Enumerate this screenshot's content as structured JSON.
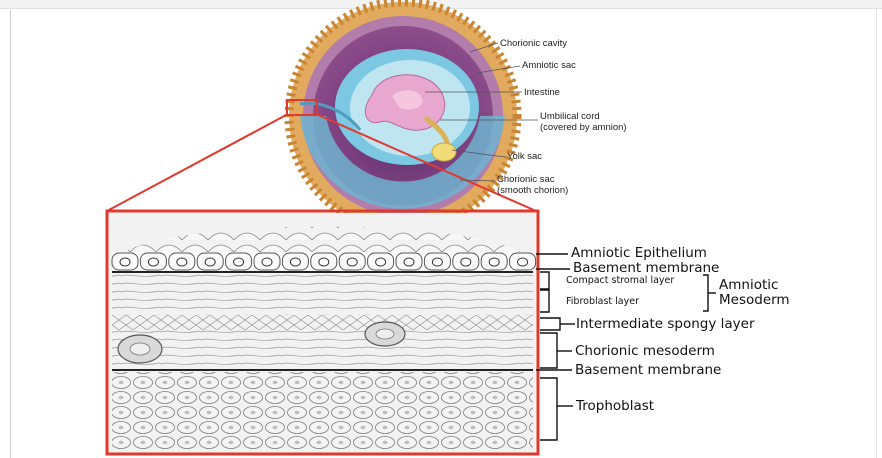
{
  "embryo_labels": {
    "chorionic_cavity": "Chorionic cavity",
    "amniotic_sac": "Amniotic sac",
    "intestine": "Intestine",
    "umbilical_cord_1": "Umbilical cord",
    "umbilical_cord_2": "(covered by amnion)",
    "yolk_sac": "Yolk sac",
    "chorionic_sac_1": "Chorionic sac",
    "chorionic_sac_2": "(smooth chorion)"
  },
  "layer_labels": {
    "amniotic_epithelium": "Amniotic Epithelium",
    "basement_membrane_top": "Basement membrane",
    "compact_stromal": "Compact stromal layer",
    "fibroblast": "Fibroblast layer",
    "amniotic_mesoderm_1": "Amniotic",
    "amniotic_mesoderm_2": "Mesoderm",
    "intermediate_spongy": "Intermediate spongy layer",
    "chorionic_mesoderm": "Chorionic mesoderm",
    "basement_membrane_bottom": "Basement membrane",
    "trophoblast": "Trophoblast"
  },
  "colors": {
    "zoom_box": "#e03a2f",
    "chorion_villi": "#d89a4c",
    "chorionic_cavity": "#c9a4c6",
    "amnion": "#6ec3df",
    "embryo": "#e6a9cf",
    "yolk_sac": "#f0d97a"
  }
}
